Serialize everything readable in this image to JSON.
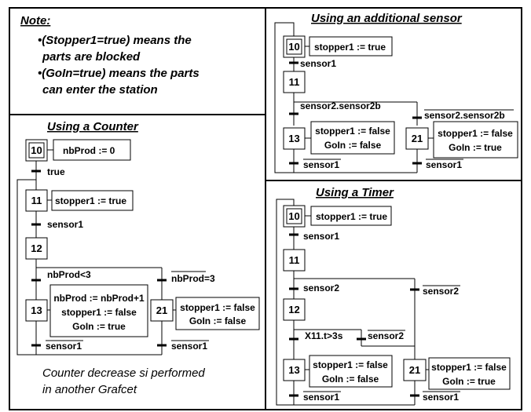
{
  "note": {
    "title": "Note:",
    "line1": "•(Stopper1=true) means the",
    "line2": "parts are blocked",
    "line3": "•(GoIn=true) means the parts",
    "line4": "can enter the station"
  },
  "counter": {
    "title": "Using a Counter",
    "step10": "10",
    "act10": "nbProd := 0",
    "t_true": "true",
    "step11": "11",
    "act11": "stopper1 := true",
    "t_sensor1": "sensor1",
    "step12": "12",
    "t_left": "nbProd<3",
    "t_right": "nbProd=3",
    "step13": "13",
    "act13_1": "nbProd := nbProd+1",
    "act13_2": "stopper1 := false",
    "act13_3": "GoIn := true",
    "step21": "21",
    "act21_1": "stopper1 := false",
    "act21_2": "GoIn := false",
    "t_end_left": "sensor1",
    "t_end_right": "sensor1",
    "caption1": "Counter decrease si performed",
    "caption2": "in another Grafcet"
  },
  "sensor": {
    "title": "Using an additional sensor",
    "step10": "10",
    "act10": "stopper1 := true",
    "t_sensor1": "sensor1",
    "step11": "11",
    "t_left": "sensor2.sensor2b",
    "t_right": "sensor2.sensor2b",
    "step13": "13",
    "act13_1": "stopper1 := false",
    "act13_2": "GoIn := false",
    "step21": "21",
    "act21_1": "stopper1 := false",
    "act21_2": "GoIn := true",
    "t_end_left": "sensor1",
    "t_end_right": "sensor1"
  },
  "timer": {
    "title": "Using a Timer",
    "step10": "10",
    "act10": "stopper1 := true",
    "t_sensor1": "sensor1",
    "step11": "11",
    "t_left": "sensor2",
    "t_right": "sensor2",
    "step12": "12",
    "t_x11": "X11.t>3s",
    "t_sensor2bar": "sensor2",
    "step13": "13",
    "act13_1": "stopper1 := false",
    "act13_2": "GoIn := false",
    "step21": "21",
    "act21_1": "stopper1 := false",
    "act21_2": "GoIn := true",
    "t_end_left": "sensor1",
    "t_end_right": "sensor1"
  }
}
